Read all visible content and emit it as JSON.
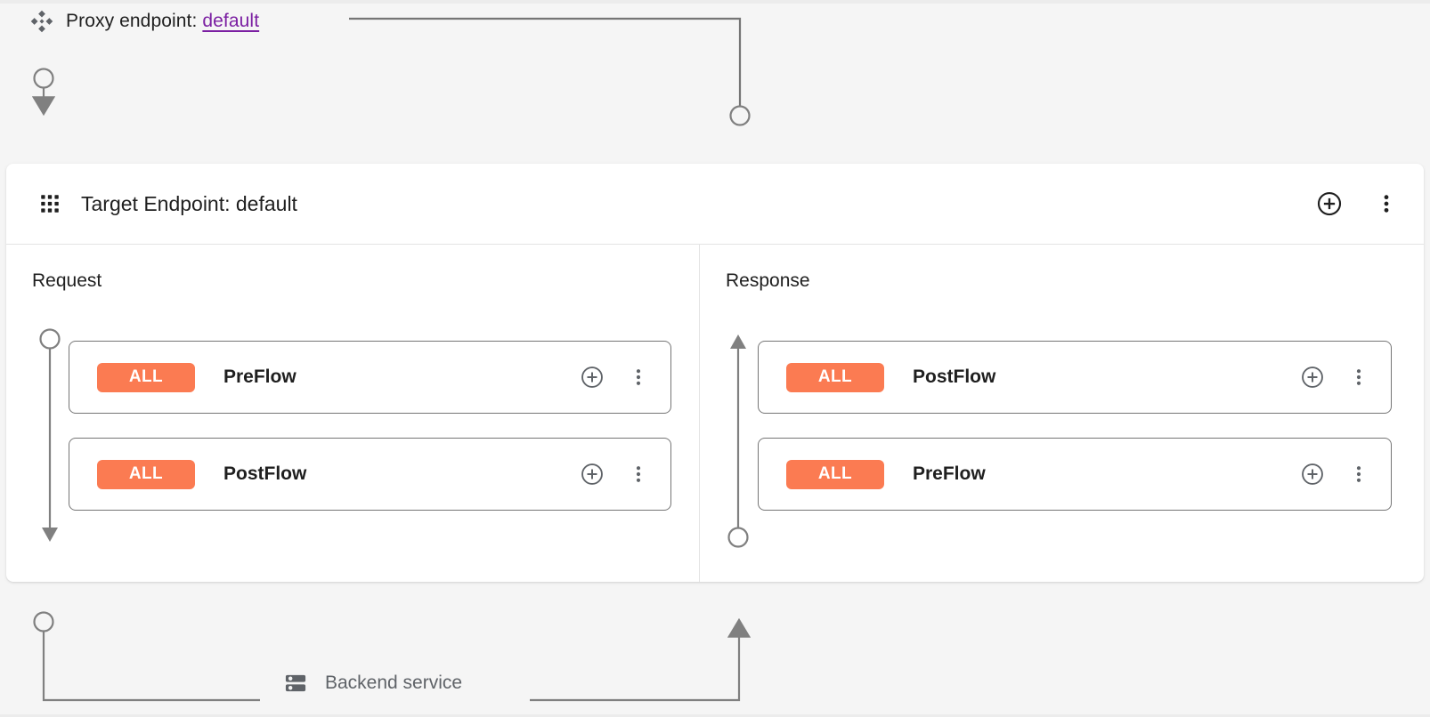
{
  "colors": {
    "background": "#f5f5f5",
    "panel": "#ffffff",
    "badge_orange": "#fb7b52",
    "link_purple": "#7b1fa2",
    "connector_gray": "#757575",
    "text_primary": "#1f1f1f",
    "text_secondary": "#5f6368"
  },
  "proxy": {
    "icon": "proxy-endpoint-diamond-icon",
    "label_prefix": "Proxy endpoint:",
    "endpoint_name": "default"
  },
  "panel": {
    "icon": "grid-dots-icon",
    "title": "Target Endpoint: default",
    "actions": [
      {
        "name": "add-circle-icon",
        "label": "Add"
      },
      {
        "name": "more-vert-icon",
        "label": "More options"
      }
    ]
  },
  "columns": [
    {
      "key": "request",
      "label": "Request",
      "direction": "down",
      "cards": [
        {
          "badge": "ALL",
          "name": "PreFlow",
          "actions": [
            {
              "name": "add-circle-icon",
              "label": "Add policy"
            },
            {
              "name": "more-vert-icon",
              "label": "More options"
            }
          ]
        },
        {
          "badge": "ALL",
          "name": "PostFlow",
          "actions": [
            {
              "name": "add-circle-icon",
              "label": "Add policy"
            },
            {
              "name": "more-vert-icon",
              "label": "More options"
            }
          ]
        }
      ]
    },
    {
      "key": "response",
      "label": "Response",
      "direction": "up",
      "cards": [
        {
          "badge": "ALL",
          "name": "PostFlow",
          "actions": [
            {
              "name": "add-circle-icon",
              "label": "Add policy"
            },
            {
              "name": "more-vert-icon",
              "label": "More options"
            }
          ]
        },
        {
          "badge": "ALL",
          "name": "PreFlow",
          "actions": [
            {
              "name": "add-circle-icon",
              "label": "Add policy"
            },
            {
              "name": "more-vert-icon",
              "label": "More options"
            }
          ]
        }
      ]
    }
  ],
  "backend": {
    "icon": "server-rack-icon",
    "label": "Backend service"
  }
}
